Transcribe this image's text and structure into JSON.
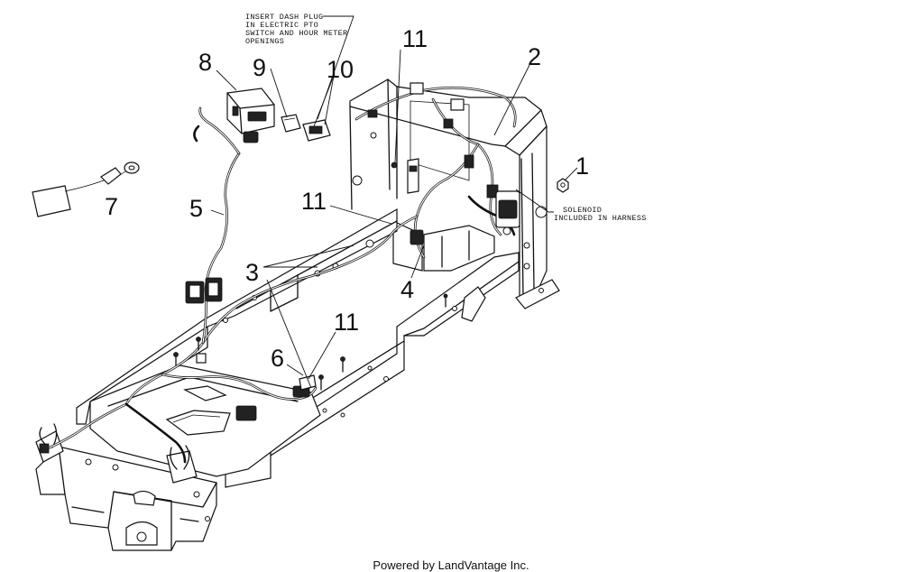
{
  "callouts": {
    "c1": "1",
    "c2": "2",
    "c3": "3",
    "c4": "4",
    "c5": "5",
    "c6": "6",
    "c7": "7",
    "c8": "8",
    "c9": "9",
    "c10": "10",
    "c11_top": "11",
    "c11_mid": "11",
    "c11_low": "11"
  },
  "notes": {
    "dash_plug": [
      "INSERT DASH PLUG",
      "IN ELECTRIC PTO",
      "SWITCH AND HOUR METER",
      "OPENINGS"
    ],
    "solenoid": [
      "SOLENOID",
      "INCLUDED IN HARNESS"
    ]
  },
  "footer": "Powered by LandVantage Inc."
}
